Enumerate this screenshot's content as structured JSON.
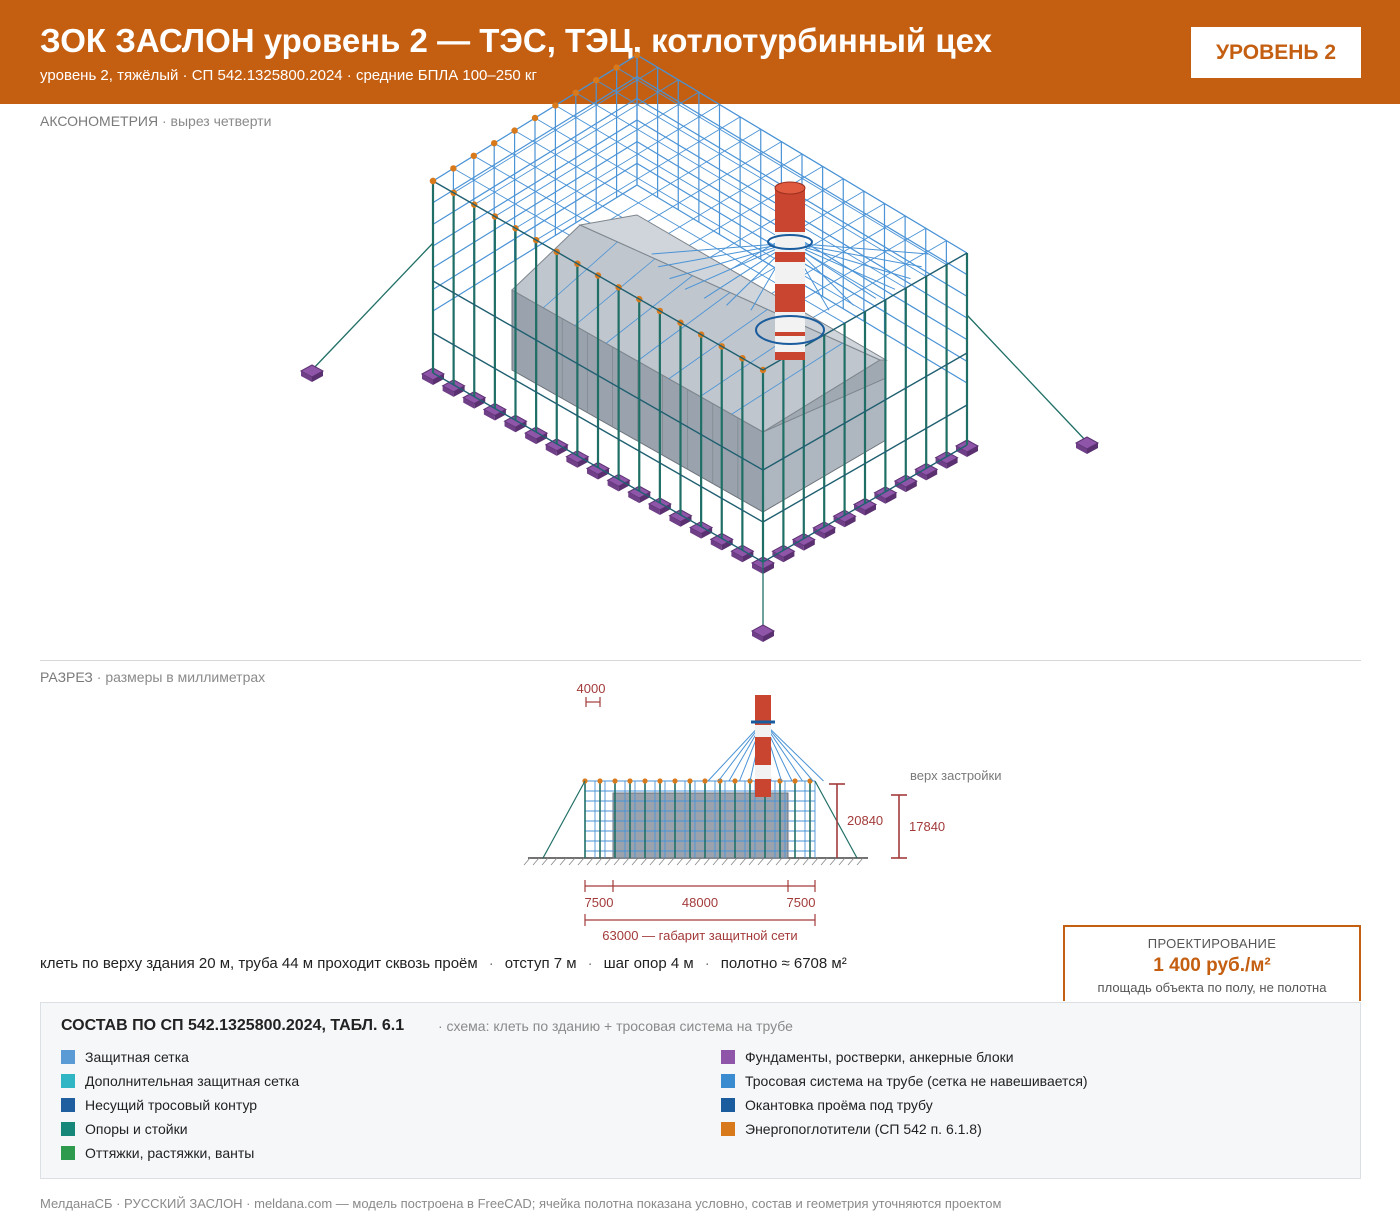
{
  "header": {
    "title": "ЗОК ЗАСЛОН уровень 2 — ТЭС, ТЭЦ, котлотурбинный цех",
    "subtitle": "уровень 2, тяжёлый · СП 542.1325800.2024 · средние БПЛА 100–250 кг",
    "level_badge": "УРОВЕНЬ 2"
  },
  "axonometry": {
    "label": "АКСОНОМЕТРИЯ",
    "note": "· вырез четверти"
  },
  "section": {
    "label": "РАЗРЕЗ",
    "note": "· размеры в миллиметрах",
    "dim_pitch": "4000",
    "dim_total_height": "20840",
    "dim_building_height": "17840",
    "building_top_label": "верх застройки",
    "dim_left_offset": "7500",
    "dim_building_width": "48000",
    "dim_right_offset": "7500",
    "dim_overall": "63000 — габарит защитной сети"
  },
  "summary": {
    "items": [
      "клеть по верху здания 20 м, труба 44 м проходит сквозь проём",
      "отступ 7 м",
      "шаг опор 4 м",
      "полотно ≈ 6708 м²"
    ],
    "separator": "·"
  },
  "price": {
    "label": "ПРОЕКТИРОВАНИЕ",
    "value": "1 400 руб./м²",
    "note": "площадь объекта по полу, не полотна"
  },
  "legend": {
    "title": "СОСТАВ ПО СП 542.1325800.2024, ТАБЛ. 6.1",
    "scheme": "· схема: клеть по зданию + тросовая система на трубе",
    "left": [
      {
        "label": "Защитная сетка",
        "color": "#5b9bd5"
      },
      {
        "label": "Дополнительная защитная сетка",
        "color": "#2fb5c4"
      },
      {
        "label": "Несущий тросовый контур",
        "color": "#1f5fa0"
      },
      {
        "label": "Опоры и стойки",
        "color": "#17877a"
      },
      {
        "label": "Оттяжки, растяжки, ванты",
        "color": "#2e9a4e"
      }
    ],
    "right": [
      {
        "label": "Фундаменты, ростверки, анкерные блоки",
        "color": "#8f55a8"
      },
      {
        "label": "Тросовая система на трубе (сетка не навешивается)",
        "color": "#3a8bd0"
      },
      {
        "label": "Окантовка проёма под трубу",
        "color": "#1a5c9e"
      },
      {
        "label": "Энергопоглотители (СП 542 п. 6.1.8)",
        "color": "#d87a1c"
      }
    ]
  },
  "footer": "МелданаСБ · РУССКИЙ ЗАСЛОН · meldana.com — модель построена в FreeCAD; ячейка полотна показана условно, состав и геометрия уточняются проектом",
  "colors": {
    "accent": "#c45f12",
    "dimension": "#a33a3a",
    "mesh": "#4a93d6",
    "post": "#1f6f66",
    "foundation": "#8f55a8",
    "absorber": "#d87a1c",
    "stack_red": "#c9452f"
  }
}
